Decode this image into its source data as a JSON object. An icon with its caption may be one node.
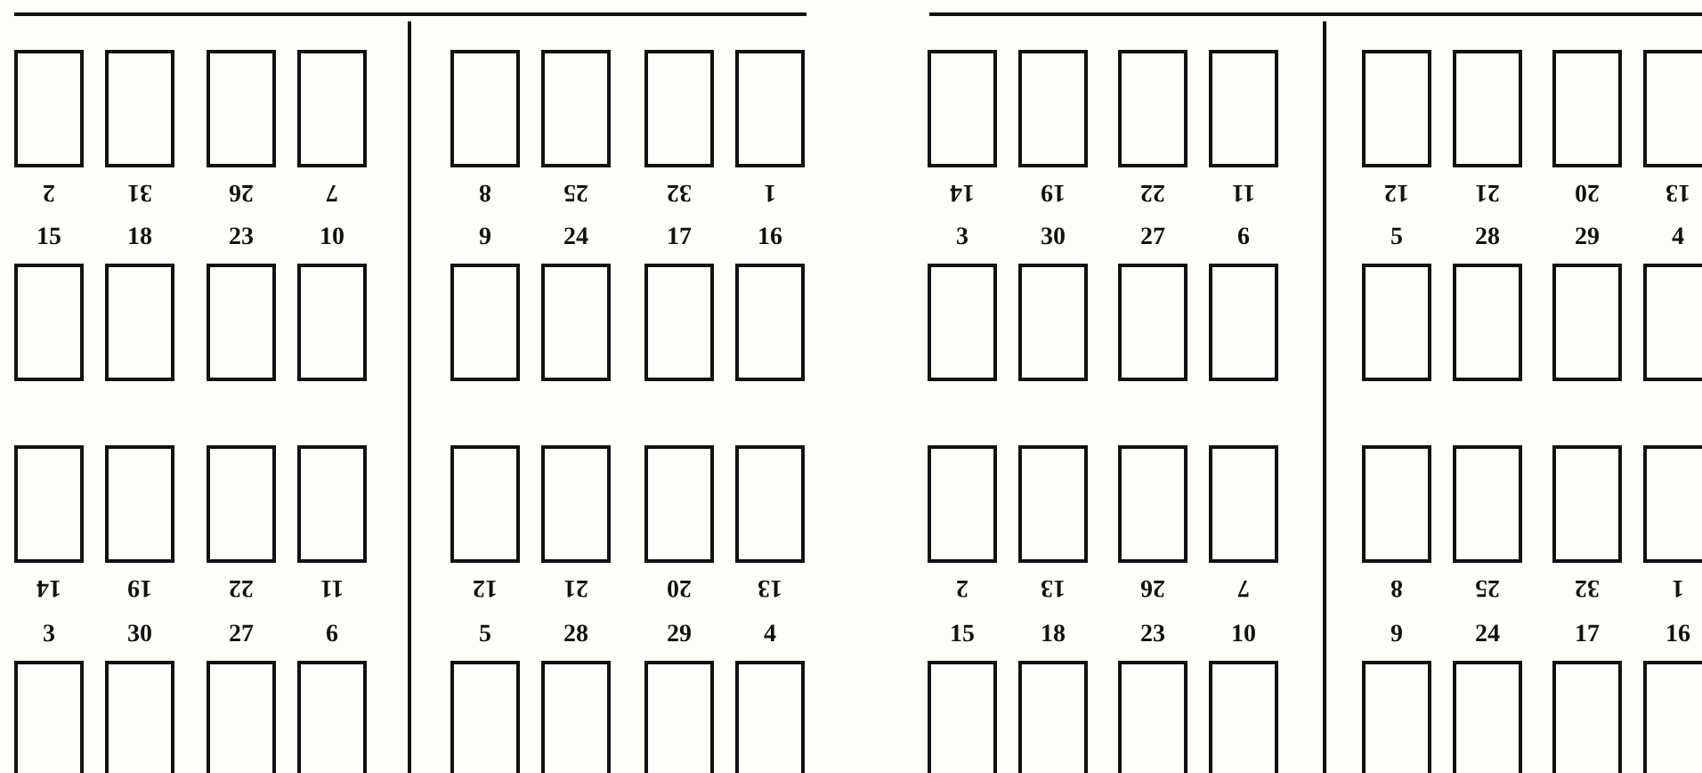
{
  "diagram": {
    "nodes": [
      {
        "text": [
          "2"
        ]
      },
      {
        "text": [
          "31"
        ]
      },
      {
        "text": [
          "26"
        ]
      },
      {
        "text": [
          "7"
        ]
      },
      {
        "text": [
          "8"
        ]
      },
      {
        "text": [
          "25"
        ]
      },
      {
        "text": [
          "32"
        ]
      },
      {
        "text": [
          "1"
        ]
      },
      {
        "text": [
          "14"
        ]
      },
      {
        "text": [
          "19"
        ]
      },
      {
        "text": [
          "22"
        ]
      },
      {
        "text": [
          "11"
        ]
      },
      {
        "text": [
          "12"
        ]
      },
      {
        "text": [
          "21"
        ]
      },
      {
        "text": [
          "20"
        ]
      },
      {
        "text": [
          "13"
        ]
      },
      {
        "text": [
          "15"
        ]
      },
      {
        "text": [
          "18"
        ]
      },
      {
        "text": [
          "23"
        ]
      },
      {
        "text": [
          "10"
        ]
      },
      {
        "text": [
          "9"
        ]
      },
      {
        "text": [
          "24"
        ]
      },
      {
        "text": [
          "17"
        ]
      },
      {
        "text": [
          "16"
        ]
      },
      {
        "text": [
          "3"
        ]
      },
      {
        "text": [
          "30"
        ]
      },
      {
        "text": [
          "27"
        ]
      },
      {
        "text": [
          "6"
        ]
      },
      {
        "text": [
          "5"
        ]
      },
      {
        "text": [
          "28"
        ]
      },
      {
        "text": [
          "29"
        ]
      },
      {
        "text": [
          "4"
        ]
      },
      {
        "text": [
          "14"
        ]
      },
      {
        "text": [
          "19"
        ]
      },
      {
        "text": [
          "22"
        ]
      },
      {
        "text": [
          "11"
        ]
      },
      {
        "text": [
          "12"
        ]
      },
      {
        "text": [
          "21"
        ]
      },
      {
        "text": [
          "20"
        ]
      },
      {
        "text": [
          "13"
        ]
      },
      {
        "text": [
          "2"
        ]
      },
      {
        "text": [
          "13"
        ]
      },
      {
        "text": [
          "26"
        ]
      },
      {
        "text": [
          "7"
        ]
      },
      {
        "text": [
          "8"
        ]
      },
      {
        "text": [
          "25"
        ]
      },
      {
        "text": [
          "32"
        ]
      },
      {
        "text": [
          "1"
        ]
      },
      {
        "text": [
          "3"
        ]
      },
      {
        "text": [
          "30"
        ]
      },
      {
        "text": [
          "27"
        ]
      },
      {
        "text": [
          "6"
        ]
      },
      {
        "text": [
          "5"
        ]
      },
      {
        "text": [
          "28"
        ]
      },
      {
        "text": [
          "29"
        ]
      },
      {
        "text": [
          "4"
        ]
      },
      {
        "text": [
          "15"
        ]
      },
      {
        "text": [
          "18"
        ]
      },
      {
        "text": [
          "23"
        ]
      },
      {
        "text": [
          "10"
        ]
      },
      {
        "text": [
          "9"
        ]
      },
      {
        "text": [
          "24"
        ]
      },
      {
        "text": [
          "17"
        ]
      },
      {
        "text": [
          "16"
        ]
      }
    ]
  }
}
